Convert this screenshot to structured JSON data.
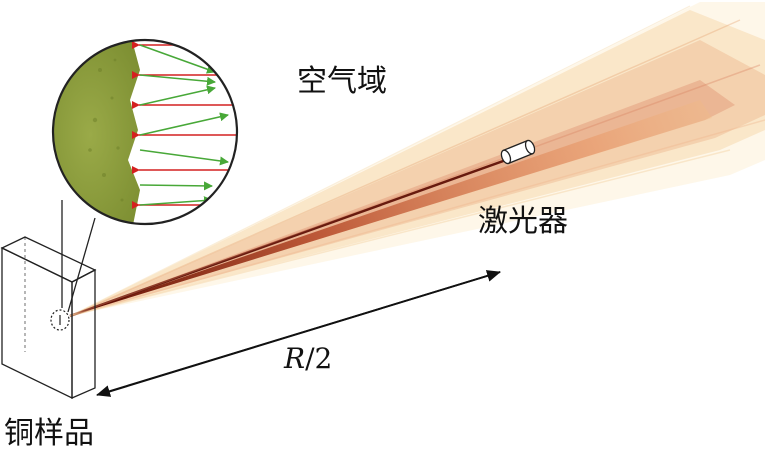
{
  "labels": {
    "air_domain": "空气域",
    "laser": "激光器",
    "sample": "铜样品",
    "distance_var": "R",
    "distance_suffix": "/2"
  },
  "colors": {
    "beam_core": "#5a0a00",
    "beam_mid": "#c0502a",
    "beam_outer": "#f2c48a",
    "beam_faint": "#fae6b4",
    "sample_surface": "#8fa040",
    "arrow_red": "#d42020",
    "arrow_green": "#48a838",
    "outline": "#222222"
  },
  "icons": [
    "copper-sample-block",
    "laser-cylinder-icon",
    "zoom-inset-circle",
    "distance-arrow"
  ]
}
